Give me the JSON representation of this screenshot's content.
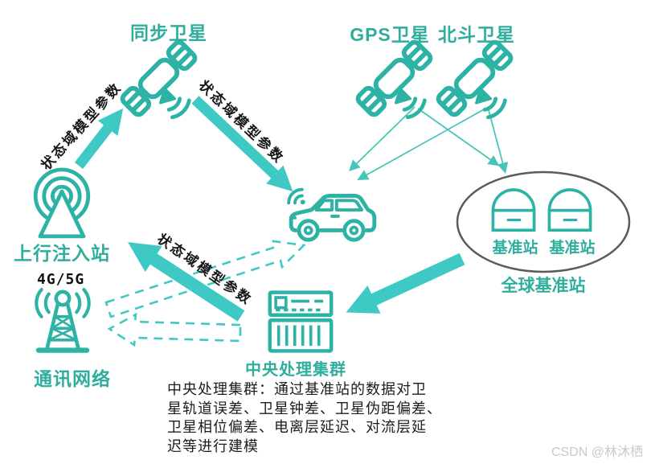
{
  "colors": {
    "icon_teal": "#2db3a6",
    "label_teal": "#2fae9e",
    "arrow_solid": "#3fc9c4",
    "arrow_thin": "#45c4b8",
    "ellipse_gray": "#5b5b5b",
    "note_black": "#1c1c1c",
    "watermark_gray": "#c9c9c9"
  },
  "nodes": {
    "sync_satellite": "同步卫星",
    "gps_satellite": "GPS卫星",
    "beidou_satellite": "北斗卫星",
    "uplink_station": "上行注入站",
    "network_tech": "4G/5G",
    "network": "通讯网络",
    "base_station_left": "基准站",
    "base_station_right": "基准站",
    "global_base_station": "全球基准站",
    "processing_cluster": "中央处理集群"
  },
  "edge_labels": {
    "uplink_to_sync": "状态域模型参数",
    "sync_to_vehicle": "状态域模型参数",
    "cluster_to_uplink": "状态域模型参数"
  },
  "note_lines": [
    "中央处理集群：通过基准站的数据对卫",
    "星轨道误差、卫星钟差、卫星伪距偏差、",
    "卫星相位偏差、电离层延迟、对流层延",
    "迟等进行建模"
  ],
  "watermark": "CSDN @林沐栖"
}
